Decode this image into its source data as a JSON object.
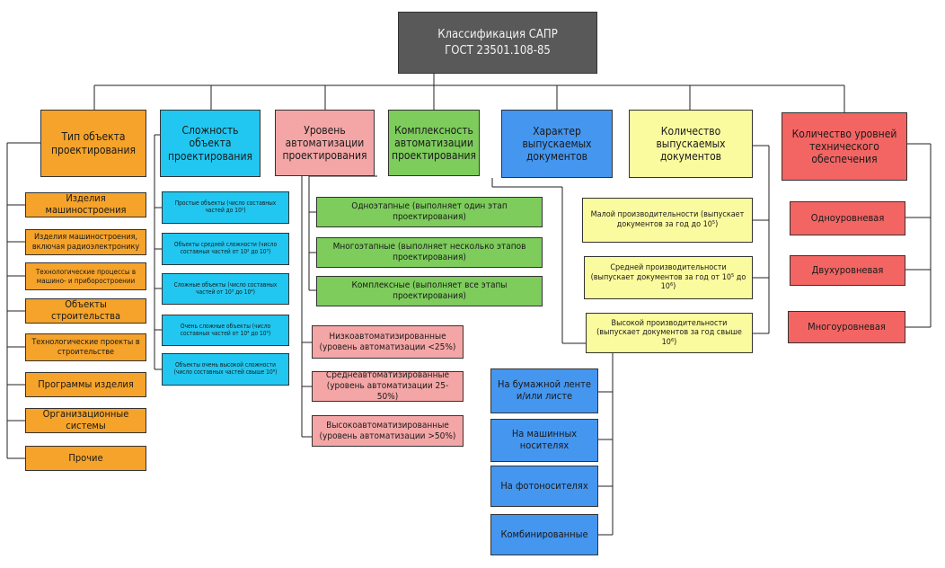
{
  "root": {
    "line1": "Классификация САПР",
    "line2": "ГОСТ 23501.108-85"
  },
  "categories": {
    "type": {
      "title": "Тип объекта проектирования",
      "items": [
        "Изделия машиностроения",
        "Изделия машиностроения, включая радиоэлектронику",
        "Технологические процессы в машино- и приборостроении",
        "Объекты строительства",
        "Технологические проекты в строительстве",
        "Программы изделия",
        "Организационные системы",
        "Прочие"
      ]
    },
    "complexity": {
      "title": "Сложность объекта проектирования",
      "items": [
        "Простые объекты (число составных частей до 10²)",
        "Объекты средней сложности (число составных частей от 10² до 10³)",
        "Сложные объекты (число составных частей от 10³ до 10⁴)",
        "Очень сложные объекты (число составных частей от 10⁴ до 10⁶)",
        "Объекты очень высокой сложности (число составных частей свыше 10⁶)"
      ]
    },
    "automation": {
      "title": "Уровень автоматизации проектирования",
      "items": [
        "Низкоавтоматизированные (уровень автоматизации <25%)",
        "Среднеавтоматизированные (уровень автоматизации 25-50%)",
        "Высокоавтоматизированные (уровень автоматизации >50%)"
      ]
    },
    "comprehensiveness": {
      "title": "Комплексность автоматизации проектирования",
      "items": [
        "Одноэтапные (выполняет один этап проектирования)",
        "Многоэтапные (выполняет несколько этапов проектирования)",
        "Комплексные (выполняет все этапы проектирования)"
      ]
    },
    "documents": {
      "title": "Характер выпускаемых документов",
      "items": [
        "На бумажной ленте и/или листе",
        "На машинных носителях",
        "На фотоносителях",
        "Комбинированные"
      ]
    },
    "quantity": {
      "title": "Количество выпускаемых документов",
      "items": [
        "Малой производительности (выпускает документов за год до 10⁵)",
        "Средней производительности (выпускает документов за год от 10⁵ до 10⁶)",
        "Высокой производительности (выпускает документов за год свыше 10⁶)"
      ]
    },
    "levels": {
      "title": "Количество уровней технического обеспечения",
      "items": [
        "Одноуровневая",
        "Двухуровневая",
        "Многоуровневая"
      ]
    }
  },
  "colors": {
    "root": "#595959",
    "type": "#f5a32a",
    "complexity": "#21c7f0",
    "automation": "#f4a6a6",
    "comprehensiveness": "#7dcc5c",
    "documents": "#4596ef",
    "quantity": "#fafa9e",
    "levels": "#f26563"
  }
}
